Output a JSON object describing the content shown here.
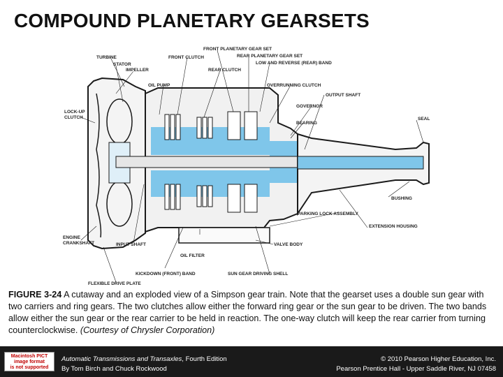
{
  "slide": {
    "title": "COMPOUND PLANETARY GEARSETS"
  },
  "figure": {
    "callouts": {
      "front_planetary_gear_set": "FRONT PLANETARY GEAR SET",
      "turbine": "TURBINE",
      "front_clutch": "FRONT CLUTCH",
      "rear_planetary_gear_set": "REAR PLANETARY GEAR SET",
      "stator": "STATOR",
      "low_and_reverse_band": "LOW AND REVERSE (REAR) BAND",
      "impeller": "IMPELLER",
      "rear_clutch": "REAR CLUTCH",
      "oil_pump": "OIL PUMP",
      "overrunning_clutch": "OVERRUNNING CLUTCH",
      "output_shaft": "OUTPUT SHAFT",
      "governor": "GOVERNOR",
      "lock_up": "LOCK-UP",
      "clutch": "CLUTCH",
      "seal": "SEAL",
      "bearing": "BEARING",
      "bushing": "BUSHING",
      "extension_housing": "EXTENSION HOUSING",
      "parking_lock_assembly": "PARKING LOCK ASSEMBLY",
      "engine": "ENGINE",
      "crankshaft": "CRANKSHAFT",
      "input_shaft": "INPUT SHAFT",
      "valve_body": "VALVE BODY",
      "oil_filter": "OIL FILTER",
      "kickdown_band": "KICKDOWN (FRONT) BAND",
      "sun_gear_driving_shell": "SUN GEAR DRIVING SHELL",
      "flexible_drive_plate": "FLEXIBLE DRIVE PLATE"
    }
  },
  "caption": {
    "figure_number": "FIGURE 3-24",
    "text": " A cutaway and an exploded view of a Simpson gear train. Note that the gearset uses a double sun gear with two carriers and ring gears. The two clutches allow either the forward ring gear or the sun gear to be driven. The two bands allow either the sun gear or the rear carrier to be held in reaction. The one-way clutch will keep the rear carrier from turning counterclockwise. ",
    "credit": "(Courtesy of Chrysler Corporation)"
  },
  "footer": {
    "placeholder_line1": "Macintosh PICT",
    "placeholder_line2": "image format",
    "placeholder_line3": "is not supported",
    "book_title": "Automatic Transmissions and Transaxles",
    "edition": ", Fourth Edition",
    "authors": "By Tom Birch and Chuck Rockwood",
    "copyright": "© 2010 Pearson Higher Education, Inc.",
    "publisher": "Pearson Prentice Hall - Upper Saddle River, NJ 07458"
  },
  "colors": {
    "fluid_blue": "#7fc6ea",
    "line": "#1a1a1a",
    "footer_bg": "#1a1a1a",
    "placeholder_text": "#c00000"
  }
}
